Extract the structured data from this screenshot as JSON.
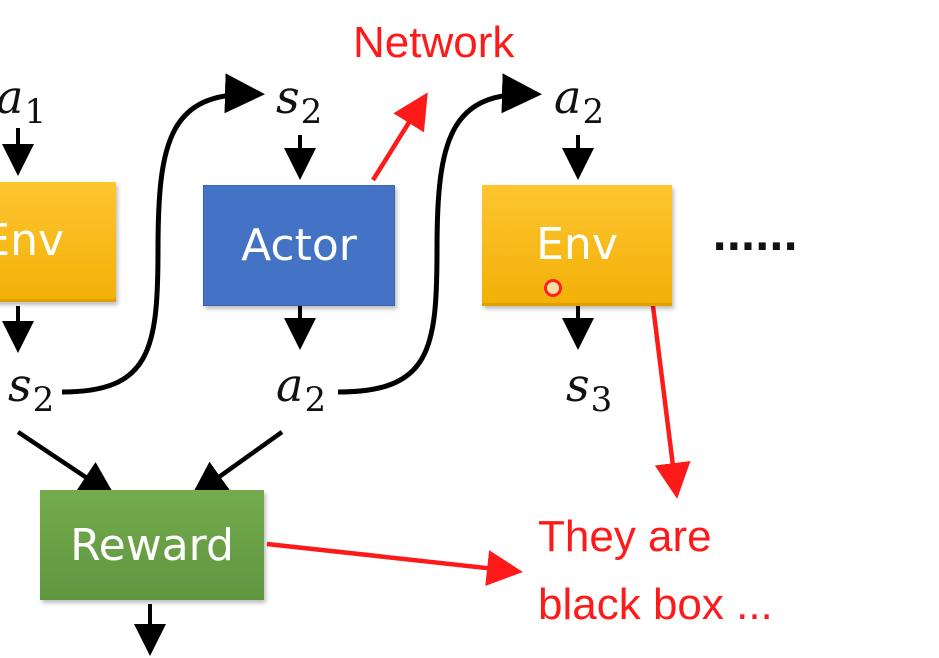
{
  "boxes": {
    "env_left": "Env",
    "actor": "Actor",
    "env_right": "Env",
    "reward": "Reward"
  },
  "vars": {
    "a1": {
      "sym": "a",
      "sub": "1"
    },
    "s2_top": {
      "sym": "s",
      "sub": "2"
    },
    "a2_top": {
      "sym": "a",
      "sub": "2"
    },
    "s2_bottom": {
      "sym": "s",
      "sub": "2"
    },
    "a2_bottom": {
      "sym": "a",
      "sub": "2"
    },
    "s3": {
      "sym": "s",
      "sub": "3"
    }
  },
  "annotations": {
    "network": "Network",
    "black_box_line1": "They are",
    "black_box_line2": "black box ..."
  },
  "continuation": "......",
  "colors": {
    "env": "#f5b60c",
    "actor": "#4472c4",
    "reward": "#6aa146",
    "annotation": "#ff1a1a",
    "arrow": "#000000"
  }
}
